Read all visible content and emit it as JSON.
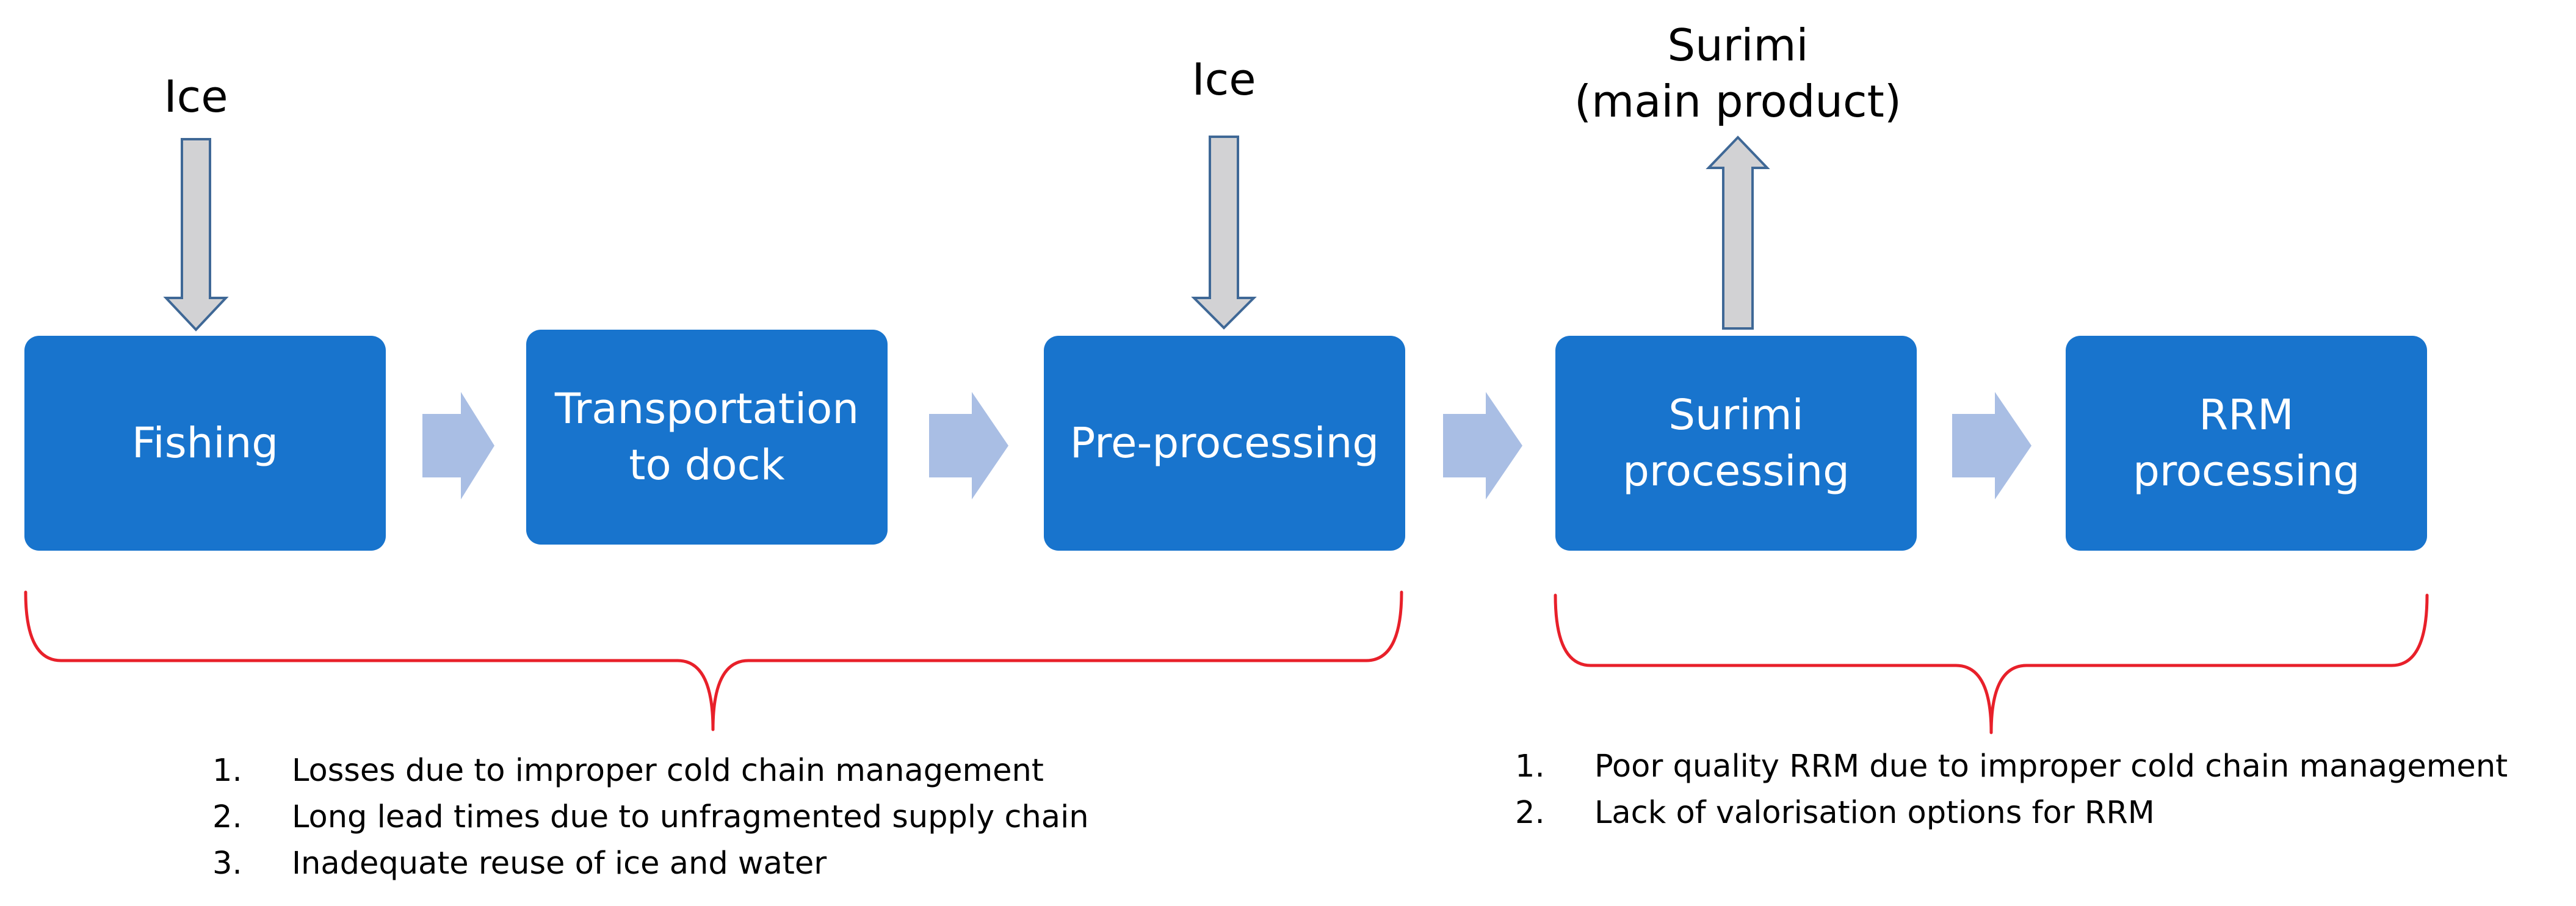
{
  "process_steps": [
    {
      "id": "fishing",
      "label": "Fishing"
    },
    {
      "id": "transport",
      "label": "Transportation\nto dock"
    },
    {
      "id": "preprocessing",
      "label": "Pre-processing"
    },
    {
      "id": "surimi-processing",
      "label": "Surimi\nprocessing"
    },
    {
      "id": "rrm-processing",
      "label": "RRM\nprocessing"
    }
  ],
  "inputs": [
    {
      "label": "Ice",
      "target": "fishing"
    },
    {
      "label": "Ice",
      "target": "preprocessing"
    }
  ],
  "outputs": [
    {
      "label": "Surimi\n(main product)",
      "source": "surimi-processing"
    }
  ],
  "issue_groups": [
    {
      "spans": [
        "fishing",
        "transport",
        "preprocessing"
      ],
      "items": [
        {
          "number": "1.",
          "text": "Losses due to improper cold chain management"
        },
        {
          "number": "2.",
          "text": "Long lead times due to unfragmented supply chain"
        },
        {
          "number": "3.",
          "text": "Inadequate reuse of ice and water"
        }
      ]
    },
    {
      "spans": [
        "surimi-processing",
        "rrm-processing"
      ],
      "items": [
        {
          "number": "1.",
          "text": "Poor quality RRM due to improper cold chain management"
        },
        {
          "number": "2.",
          "text": "Lack of valorisation options for RRM"
        }
      ]
    }
  ],
  "colors": {
    "box_fill": "#1874CD",
    "flow_arrow": "#A9BEE4",
    "io_arrow_fill": "#D2D2D4",
    "io_arrow_stroke": "#3F6896",
    "brace": "#E8202A"
  }
}
